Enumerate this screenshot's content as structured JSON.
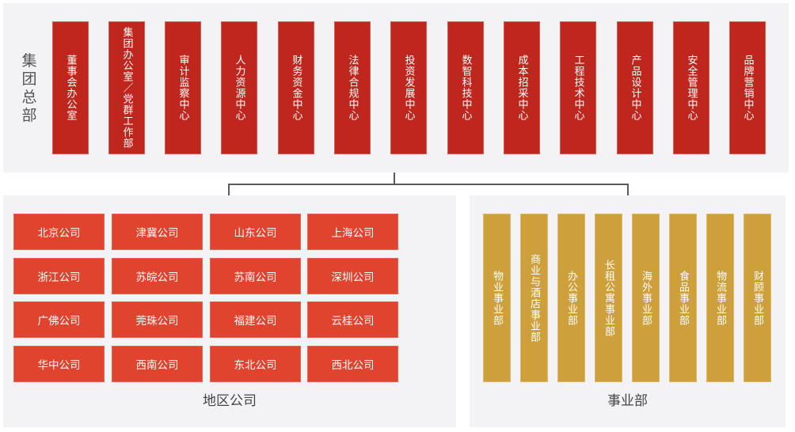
{
  "headquarters": {
    "label": "集团总部",
    "departments": [
      "董事会办公室",
      "集团办公室／党群工作部",
      "审计监察中心",
      "人力资源中心",
      "财务资金中心",
      "法律合规中心",
      "投资发展中心",
      "数智科技中心",
      "成本招采中心",
      "工程技术中心",
      "产品设计中心",
      "安全管理中心",
      "品牌营销中心"
    ]
  },
  "regional_companies": {
    "label": "地区公司",
    "rows": [
      [
        "北京公司",
        "津冀公司",
        "山东公司",
        "上海公司"
      ],
      [
        "浙江公司",
        "苏皖公司",
        "苏南公司",
        "深圳公司"
      ],
      [
        "广佛公司",
        "莞珠公司",
        "福建公司",
        "云桂公司"
      ],
      [
        "华中公司",
        "西南公司",
        "东北公司",
        "西北公司"
      ]
    ]
  },
  "business_units": {
    "label": "事业部",
    "units": [
      "物业事业部",
      "商业与酒店事业部",
      "办公事业部",
      "长租公寓事业部",
      "海外事业部",
      "食品事业部",
      "物流事业部",
      "财顾事业部"
    ]
  },
  "colors": {
    "headquarters_box": "#bf271e",
    "regional_box": "#e0442e",
    "business_unit_box": "#cea03c",
    "panel_background": "#f3f3f5",
    "connector": "#5b5b5b"
  }
}
